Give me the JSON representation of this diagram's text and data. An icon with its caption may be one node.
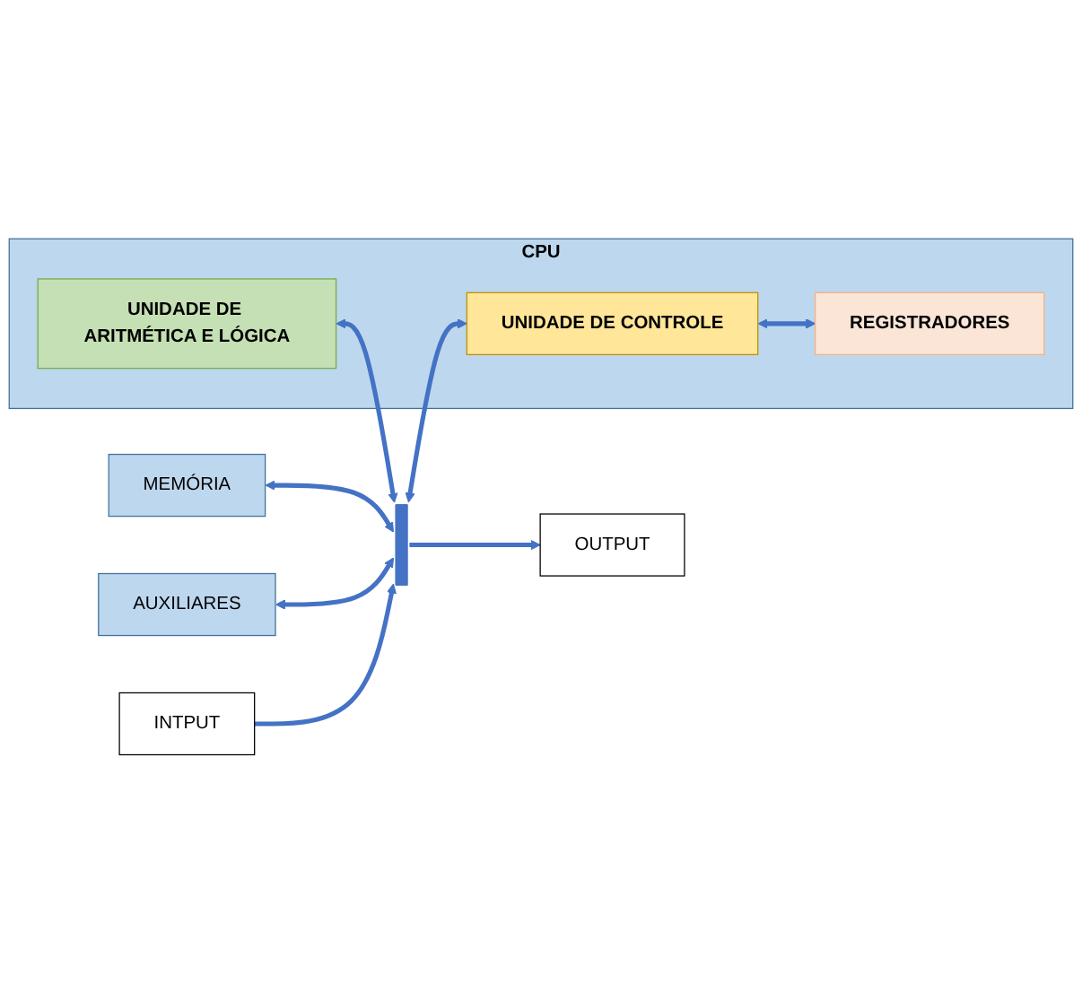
{
  "diagram": {
    "nodes": [
      {
        "text": [
          "CPU"
        ]
      },
      {
        "text": [
          "UNIDADE DE ARITMÉTICA E LÓGICA"
        ],
        "in": 0
      },
      {
        "text": [
          "UNIDADE DE CONTROLE"
        ],
        "in": 0
      },
      {
        "text": [
          "REGISTRADORES"
        ],
        "in": 0
      },
      {
        "text": [],
        "shape": "bar"
      },
      {
        "text": [
          "MEMÓRIA"
        ]
      },
      {
        "text": [
          "OUTPUT"
        ]
      },
      {
        "text": [
          "AUXILIARES"
        ]
      },
      {
        "text": [
          "INTPUT"
        ]
      }
    ],
    "edges": [
      {
        "from": 1,
        "to": 4,
        "arrow": "both"
      },
      {
        "from": 4,
        "to": 2,
        "arrow": "both"
      },
      {
        "from": 2,
        "to": 3,
        "arrow": "both"
      },
      {
        "from": 5,
        "to": 4,
        "arrow": "both"
      },
      {
        "from": 4,
        "to": 6,
        "arrow": "to"
      },
      {
        "from": 7,
        "to": 4,
        "arrow": "both"
      },
      {
        "from": 8,
        "to": 4,
        "arrow": "to"
      }
    ]
  }
}
